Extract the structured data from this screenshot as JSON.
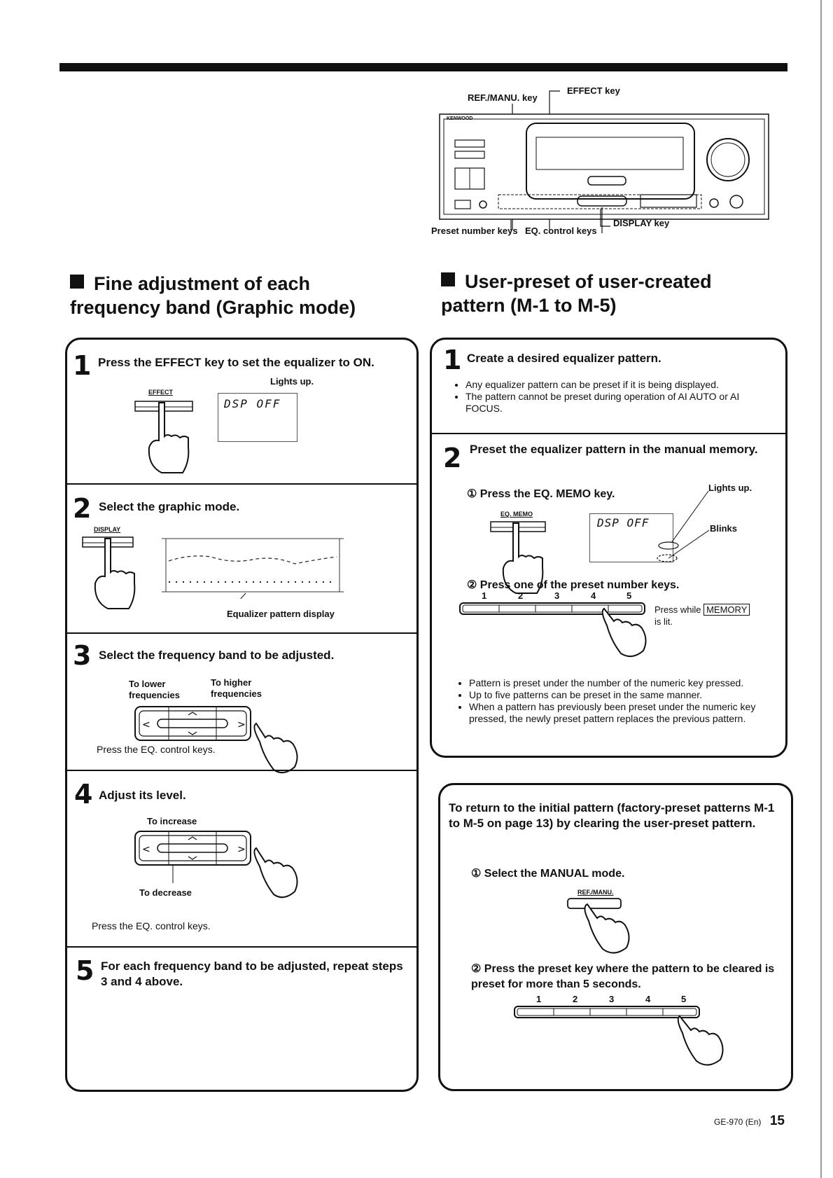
{
  "diagram": {
    "ref_manu_key": "REF./MANU. key",
    "effect_key": "EFFECT key",
    "display_key": "DISPLAY key",
    "preset_number_keys": "Preset number keys",
    "eq_control_keys": "EQ. control keys",
    "brand": "KENWOOD"
  },
  "left": {
    "title": "Fine adjustment of each frequency band (Graphic mode)",
    "steps": [
      {
        "num": "1",
        "title": "Press the EFFECT key to set the equalizer to ON.",
        "lights_up": "Lights up.",
        "key_label": "EFFECT",
        "display_text": "DSP  OFF"
      },
      {
        "num": "2",
        "title": "Select the graphic mode.",
        "key_label": "DISPLAY",
        "caption": "Equalizer pattern display"
      },
      {
        "num": "3",
        "title": "Select the frequency band to be adjusted.",
        "lower": "To lower frequencies",
        "higher": "To higher frequencies",
        "note": "Press the EQ. control keys."
      },
      {
        "num": "4",
        "title": "Adjust its level.",
        "increase": "To increase",
        "decrease": "To decrease",
        "note": "Press the EQ. control keys."
      },
      {
        "num": "5",
        "title": "For each frequency band to be adjusted, repeat steps 3 and 4 above."
      }
    ]
  },
  "right": {
    "title": "User-preset of user-created pattern (M-1 to M-5)",
    "step1": {
      "num": "1",
      "title": "Create a desired equalizer pattern.",
      "bullets": [
        "Any equalizer pattern can be preset if it is being displayed.",
        "The pattern cannot be preset during operation of AI AUTO or AI FOCUS."
      ]
    },
    "step2": {
      "num": "2",
      "title": "Preset the equalizer pattern in the manual memory.",
      "sub1": "① Press the EQ. MEMO key.",
      "key_label": "EQ. MEMO",
      "display_text": "DSP OFF",
      "lights_up": "Lights up.",
      "blinks": "Blinks",
      "sub2": "② Press one of the preset number keys.",
      "numbers": [
        "1",
        "2",
        "3",
        "4",
        "5"
      ],
      "press_while": "Press while",
      "memory": "MEMORY",
      "is_lit": "is lit.",
      "bullets": [
        "Pattern is preset under the number of the numeric key pressed.",
        "Up to five patterns can be preset in the same manner.",
        "When a pattern has previously been preset under the numeric key pressed, the newly preset pattern replaces the previous pattern."
      ]
    },
    "reset": {
      "title": "To return to the initial pattern (factory-preset patterns M-1 to M-5 on page 13) by clearing the user-preset pattern.",
      "sub1": "① Select the MANUAL mode.",
      "key_label": "REF./MANU.",
      "sub2": "② Press the preset key where the pattern to be cleared is preset for more than 5 seconds.",
      "numbers": [
        "1",
        "2",
        "3",
        "4",
        "5"
      ]
    }
  },
  "footer": {
    "model": "GE-970 (En)",
    "page": "15"
  }
}
